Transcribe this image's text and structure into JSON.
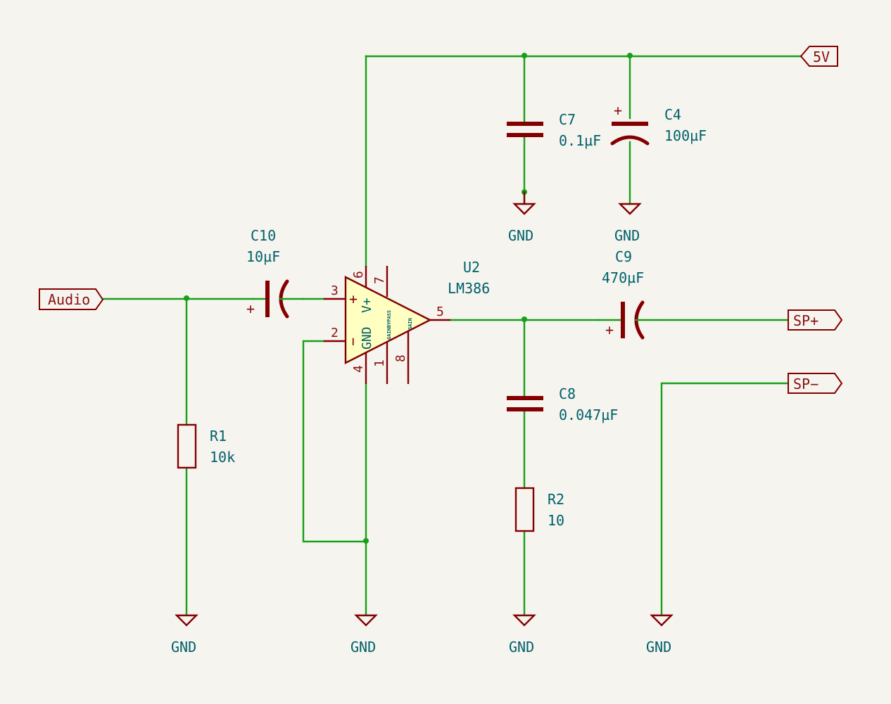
{
  "ports": {
    "audio": "Audio",
    "v5": "5V",
    "sp_plus": "SP+",
    "sp_minus": "SP−"
  },
  "gnd_label": "GND",
  "components": {
    "c10": {
      "ref": "C10",
      "value": "10µF"
    },
    "c7": {
      "ref": "C7",
      "value": "0.1µF"
    },
    "c4": {
      "ref": "C4",
      "value": "100µF"
    },
    "c9": {
      "ref": "C9",
      "value": "470µF"
    },
    "c8": {
      "ref": "C8",
      "value": "0.047µF"
    },
    "r1": {
      "ref": "R1",
      "value": "10k"
    },
    "r2": {
      "ref": "R2",
      "value": "10"
    },
    "u2": {
      "ref": "U2",
      "value": "LM386"
    }
  },
  "u2_pins": {
    "p1": "1",
    "p2": "2",
    "p3": "3",
    "p4": "4",
    "p5": "5",
    "p6": "6",
    "p7": "7",
    "p8": "8"
  },
  "u2_inner": {
    "plus": "+",
    "minus": "−",
    "gnd": "GND",
    "vplus": "V+",
    "gainbypass": "GAINBYPASS",
    "gain": "GAIN"
  },
  "polarity_mark": "+"
}
